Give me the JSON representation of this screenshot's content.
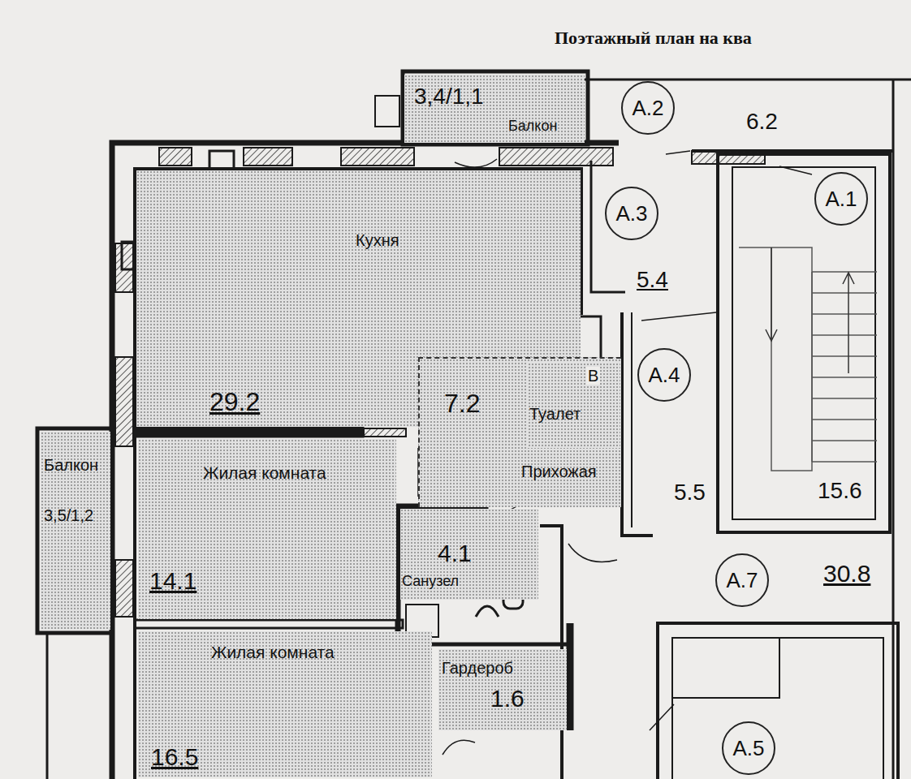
{
  "diagram": {
    "title": "Поэтажный план на ква",
    "nodes": [
      {
        "text": [
          "3,4/1,1",
          "Балкон"
        ]
      },
      {
        "text": [
          "А.2"
        ]
      },
      {
        "text": [
          "А.3"
        ]
      },
      {
        "text": [
          "А.1"
        ]
      },
      {
        "text": [
          "Кухня",
          "29.2"
        ]
      },
      {
        "text": [
          "7.2",
          "Прихожая"
        ]
      },
      {
        "text": [
          "Туалет"
        ],
        "in": 5
      },
      {
        "text": [
          "А.4"
        ]
      },
      {
        "text": [
          "Балкон",
          "3,5/1,2"
        ]
      },
      {
        "text": [
          "Жилая комната",
          "14.1"
        ]
      },
      {
        "text": [
          "4.1",
          "Санузел"
        ]
      },
      {
        "text": [
          "А.7"
        ]
      },
      {
        "text": [
          "Жилая комната",
          "16.5"
        ]
      },
      {
        "text": [
          "Гардероб",
          "1.6"
        ]
      },
      {
        "text": [
          "А.5"
        ]
      }
    ],
    "labels": [
      "6.2",
      "5.4",
      "В",
      "5.5",
      "15.6",
      "30.8"
    ]
  }
}
